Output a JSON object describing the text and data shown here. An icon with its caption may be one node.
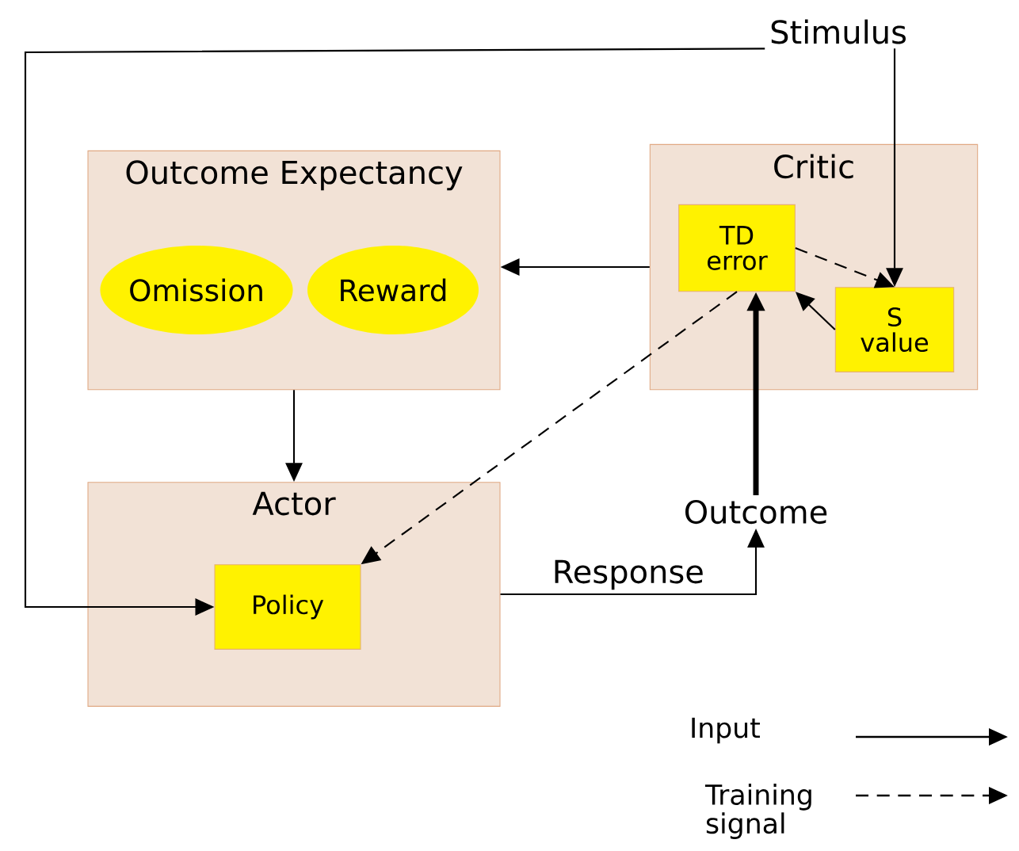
{
  "diagram": {
    "nodes": [
      {
        "text": [
          "Outcome Expectancy"
        ]
      },
      {
        "text": [
          "Omission"
        ],
        "in": 0
      },
      {
        "text": [
          "Reward"
        ],
        "in": 0
      },
      {
        "text": [
          "Critic"
        ]
      },
      {
        "text": [
          "TD error"
        ],
        "in": 3
      },
      {
        "text": [
          "S value"
        ],
        "in": 3
      },
      {
        "text": [
          "Stimulus"
        ]
      },
      {
        "text": [
          "Actor"
        ]
      },
      {
        "text": [
          "Policy"
        ],
        "in": 7
      },
      {
        "text": [
          "Outcome"
        ]
      }
    ],
    "edges": [
      {
        "from": 6,
        "to": 5,
        "arrow": "to"
      },
      {
        "from": 6,
        "to": 8,
        "arrow": "to"
      },
      {
        "from": 3,
        "to": 0,
        "arrow": "to"
      },
      {
        "from": 0,
        "to": 7,
        "arrow": "to"
      },
      {
        "from": 4,
        "to": 5,
        "arrow": "to",
        "style": "dashed"
      },
      {
        "from": 5,
        "to": 4,
        "arrow": "to"
      },
      {
        "from": 4,
        "to": 8,
        "arrow": "to",
        "style": "dashed"
      },
      {
        "from": 9,
        "to": 4,
        "arrow": "to",
        "style": "thick"
      },
      {
        "from": 7,
        "to": 9,
        "arrow": "to",
        "label": "Response"
      }
    ],
    "legend": [
      {
        "text": "Input"
      },
      {
        "text": "Training signal"
      }
    ]
  }
}
